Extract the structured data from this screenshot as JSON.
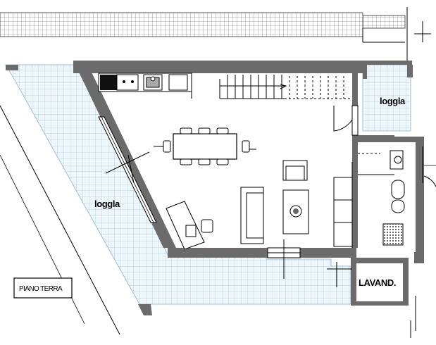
{
  "plan": {
    "labels": {
      "loggia_left": "loggla",
      "loggia_right": "loggla",
      "lavanderia": "LAVAND.",
      "floor_title": "PIANO TERRA"
    },
    "colors": {
      "wall": "#6b6b6b",
      "tile": "#bcd7e6",
      "tile_bg": "#eef6fa",
      "line": "#000000",
      "background": "#ffffff"
    },
    "icons": {
      "dining": "dining-table-with-chairs-icon",
      "stairs": "staircase-icon",
      "kitchen": "kitchen-counter-icon",
      "sofa": "sofa-icon",
      "armchair": "armchair-icon",
      "coffee_table": "coffee-table-icon",
      "desk": "desk-with-chair-icon",
      "toilet": "toilet-icon",
      "bidet": "bidet-icon",
      "sink": "washbasin-icon",
      "shower": "shower-tray-icon"
    }
  }
}
